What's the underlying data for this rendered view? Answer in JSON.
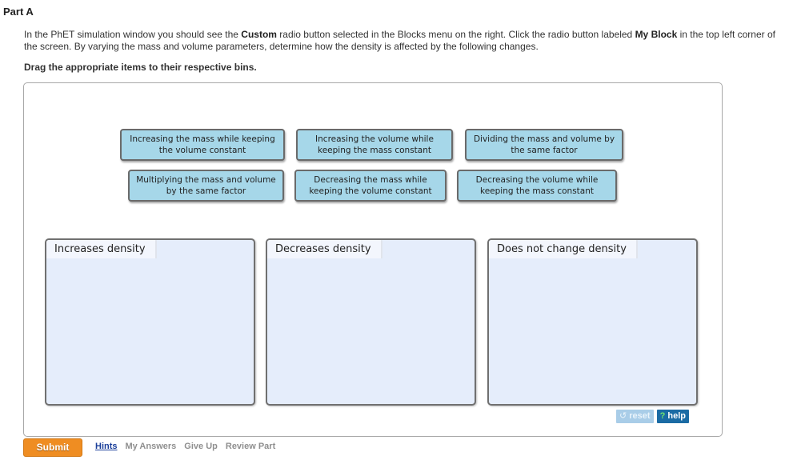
{
  "part": {
    "title": "Part A"
  },
  "instructions": {
    "seg1": "In the PhET simulation window you should see the ",
    "bold1": "Custom",
    "seg2": " radio button selected in the Blocks menu on the right. Click the radio button labeled ",
    "bold2": "My Block",
    "seg3": " in the top left corner of the screen. By varying the mass and volume parameters, determine how the density is affected by the following changes."
  },
  "drag_instruction": "Drag the appropriate items to their respective bins.",
  "items": [
    {
      "label": "Increasing the mass while keeping the volume constant"
    },
    {
      "label": "Increasing the volume while keeping the mass constant"
    },
    {
      "label": "Dividing the mass and volume by the same factor"
    },
    {
      "label": "Multiplying the mass and volume by the same factor"
    },
    {
      "label": "Decreasing the mass while keeping the volume constant"
    },
    {
      "label": "Decreasing the volume while keeping the mass constant"
    }
  ],
  "bins": [
    {
      "label": "Increases density"
    },
    {
      "label": "Decreases density"
    },
    {
      "label": "Does not change density"
    }
  ],
  "tools": {
    "reset_icon": "↺",
    "reset_label": "reset",
    "help_icon": "?",
    "help_label": "help"
  },
  "footer": {
    "submit_label": "Submit",
    "hints_label": "Hints",
    "my_answers_label": "My Answers",
    "give_up_label": "Give Up",
    "review_part_label": "Review Part"
  },
  "colors": {
    "item_bg": "#a6d7e9",
    "bin_bg": "#e5edfb",
    "submit_bg": "#ef8d22",
    "help_bg": "#1a6ba4",
    "reset_bg": "#a9cde8",
    "hints_link": "#1a3e9a"
  }
}
